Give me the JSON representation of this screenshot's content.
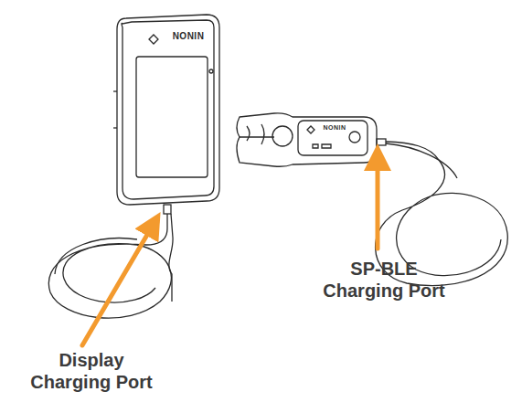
{
  "diagram": {
    "labels": [
      "NONIN",
      "NONIN",
      "SP-BLE Charging Port",
      "Display Charging Port"
    ]
  }
}
